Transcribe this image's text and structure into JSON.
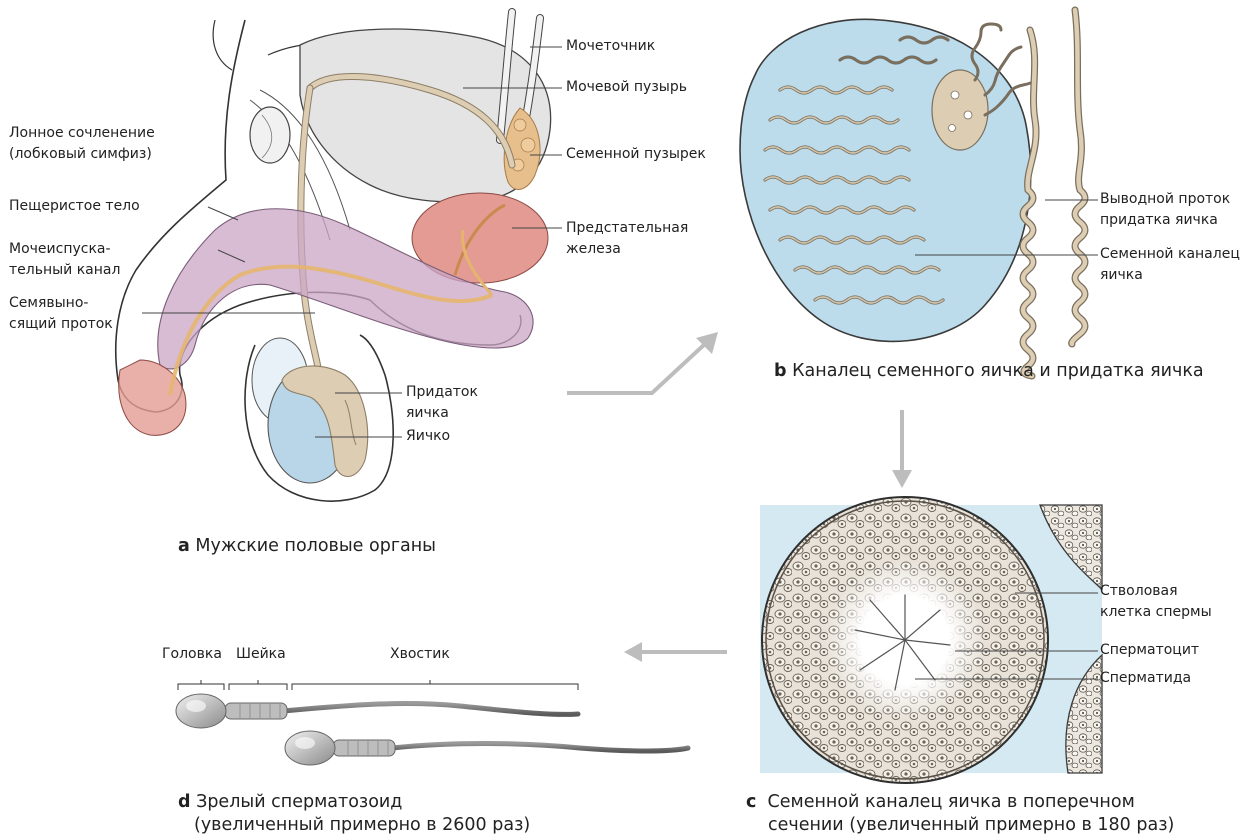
{
  "panel_a": {
    "letter": "a",
    "caption": "Мужские половые органы",
    "labels": {
      "ureter": "Мочеточник",
      "bladder": "Мочевой пузырь",
      "symphysis": [
        "Лонное сочленение",
        "(лобковый симфиз)"
      ],
      "vesicle": "Семенной пузырек",
      "corpus": "Пещеристое тело",
      "prostate": [
        "Предстательная",
        "железа"
      ],
      "urethra": [
        "Мочеиспуска-",
        "тельный канал"
      ],
      "vas": [
        "Семявыно-",
        "сящий проток"
      ],
      "epididymis": [
        "Придаток",
        "яичка"
      ],
      "testis": "Яичко"
    }
  },
  "panel_b": {
    "letter": "b",
    "caption": "Каналец семенного яичка и придатка яичка",
    "labels": {
      "efferent": [
        "Выводной проток",
        "придатка яичка"
      ],
      "tubule": [
        "Семенной каналец",
        "яичка"
      ]
    }
  },
  "panel_c": {
    "letter": "c",
    "caption": [
      "Семенной каналец яичка в поперечном",
      "сечении (увеличенный примерно в 180 раз)"
    ],
    "labels": {
      "stem": [
        "Стволовая",
        "клетка спермы"
      ],
      "spermatocyte": "Сперматоцит",
      "spermatid": "Сперматида"
    }
  },
  "panel_d": {
    "letter": "d",
    "caption": [
      "Зрелый сперматозоид",
      "(увеличенный примерно в 2600 раз)"
    ],
    "labels": {
      "head": "Головка",
      "neck": "Шейка",
      "tail": "Хвостик"
    }
  },
  "colors": {
    "outline": "#333333",
    "bladder": "#e4e4e4",
    "corpus": "#c9a6c6",
    "prostate": "#e39b94",
    "duct": "#dccdb3",
    "vesicle": "#e7bf8c",
    "testis": "#b9d6e8",
    "lumen_blue": "#bcdcec",
    "tissue": "#ddd6cb",
    "arrow": "#bdbdbd",
    "leader": "#444444"
  }
}
